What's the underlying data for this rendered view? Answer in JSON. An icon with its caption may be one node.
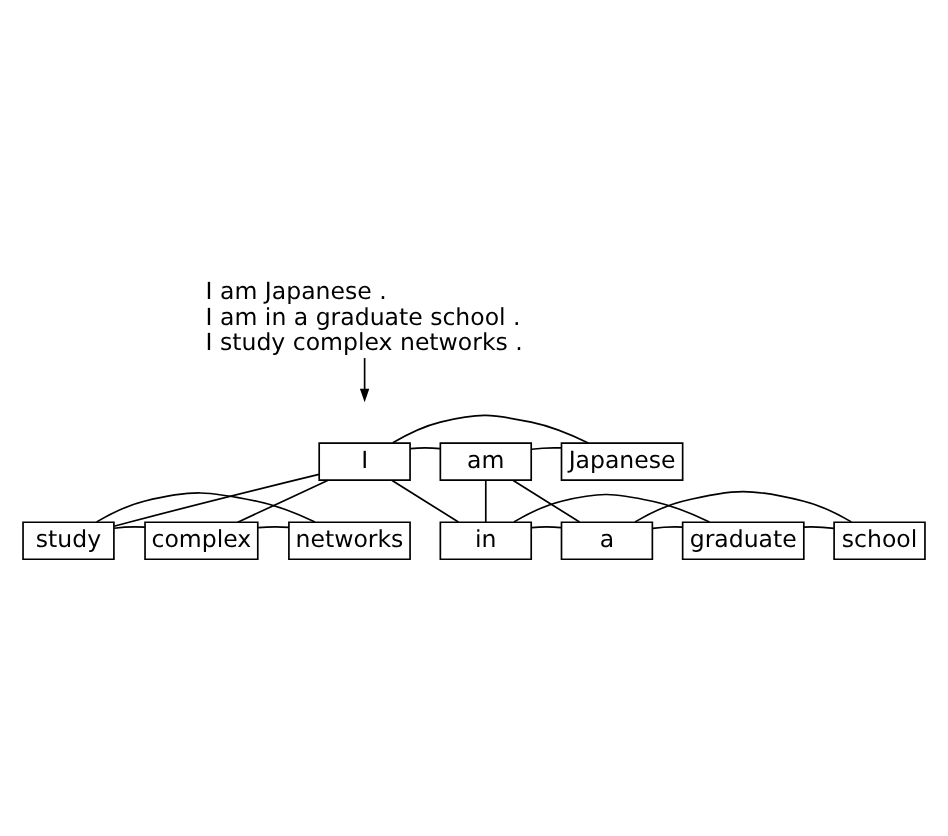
{
  "diagram": {
    "nodes": [
      {
        "text": [
          "I am Japanese .",
          "I am in a graduate school .",
          "I study complex networks ."
        ]
      },
      {
        "text": [
          "I"
        ]
      },
      {
        "text": [
          "am"
        ]
      },
      {
        "text": [
          "Japanese"
        ]
      },
      {
        "text": [
          "in"
        ]
      },
      {
        "text": [
          "a"
        ]
      },
      {
        "text": [
          "graduate"
        ]
      },
      {
        "text": [
          "school"
        ]
      },
      {
        "text": [
          "study"
        ]
      },
      {
        "text": [
          "complex"
        ]
      },
      {
        "text": [
          "networks"
        ]
      }
    ],
    "edges": [
      {
        "from": 0,
        "to": null,
        "arrow": "to"
      },
      {
        "from": 1,
        "to": 2,
        "arrow": "none"
      },
      {
        "from": 2,
        "to": 3,
        "arrow": "none"
      },
      {
        "from": 1,
        "to": 3,
        "arrow": "none"
      },
      {
        "from": 1,
        "to": 4,
        "arrow": "none"
      },
      {
        "from": 1,
        "to": 8,
        "arrow": "none"
      },
      {
        "from": 1,
        "to": 9,
        "arrow": "none"
      },
      {
        "from": 2,
        "to": 4,
        "arrow": "none"
      },
      {
        "from": 2,
        "to": 5,
        "arrow": "none"
      },
      {
        "from": 4,
        "to": 5,
        "arrow": "none"
      },
      {
        "from": 5,
        "to": 6,
        "arrow": "none"
      },
      {
        "from": 6,
        "to": 7,
        "arrow": "none"
      },
      {
        "from": 4,
        "to": 6,
        "arrow": "none"
      },
      {
        "from": 5,
        "to": 7,
        "arrow": "none"
      },
      {
        "from": 8,
        "to": 9,
        "arrow": "none"
      },
      {
        "from": 9,
        "to": 10,
        "arrow": "none"
      },
      {
        "from": 8,
        "to": 10,
        "arrow": "none"
      }
    ]
  }
}
